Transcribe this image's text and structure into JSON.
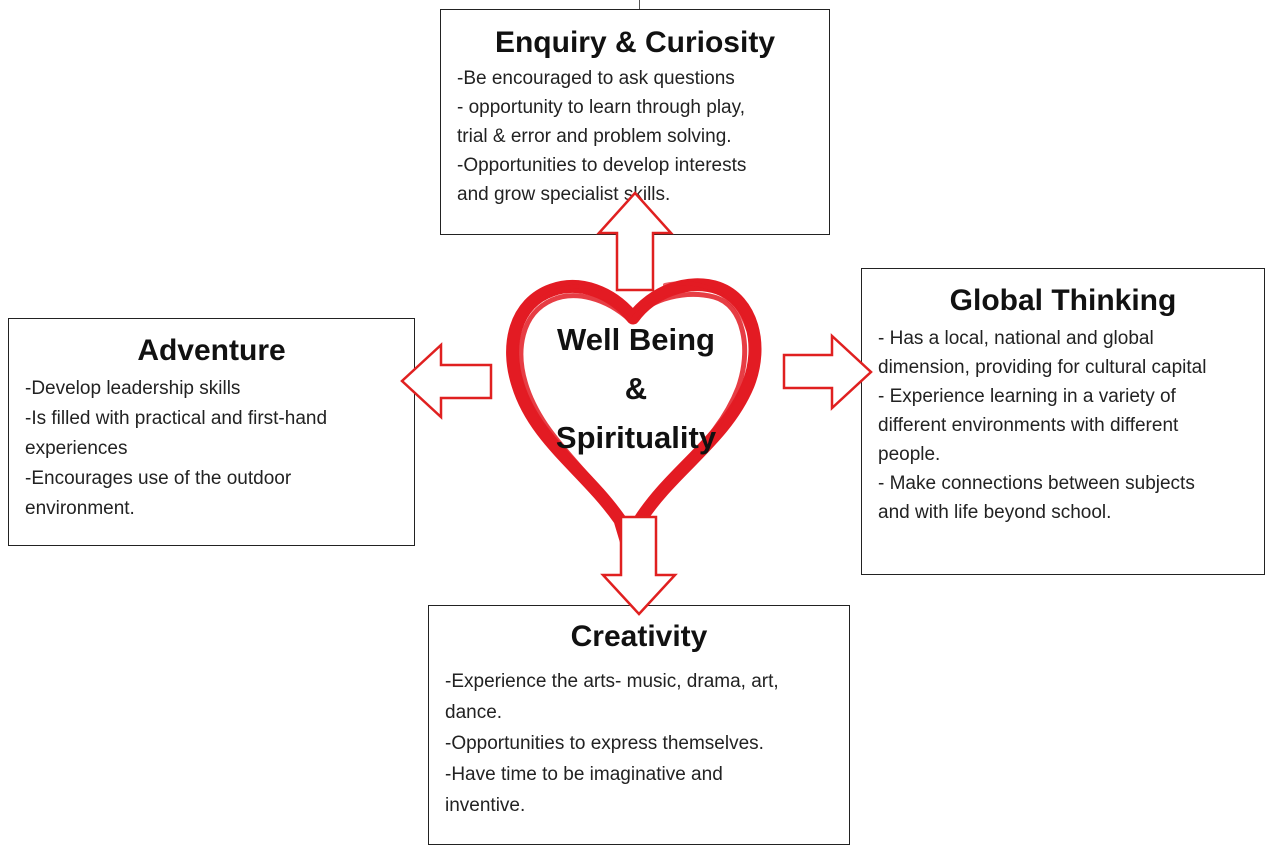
{
  "center": {
    "line1": "Well Being",
    "line2": "&",
    "line3": "Spirituality"
  },
  "enquiry": {
    "title": "Enquiry & Curiosity",
    "lines": [
      "-Be encouraged to ask questions",
      "- opportunity to learn through play,",
      "trial & error and problem solving.",
      "-Opportunities to develop interests",
      "and grow specialist skills."
    ]
  },
  "global": {
    "title": "Global Thinking",
    "lines": [
      "- Has a local, national and global",
      "dimension, providing for cultural capital",
      "- Experience learning in a variety of",
      "different environments with different",
      "people.",
      "- Make connections between subjects",
      "and with life beyond school."
    ]
  },
  "adventure": {
    "title": "Adventure",
    "lines": [
      "-Develop leadership skills",
      "-Is filled with practical and first-hand",
      "experiences",
      "-Encourages use of the outdoor",
      "environment."
    ]
  },
  "creativity": {
    "title": "Creativity",
    "lines": [
      "-Experience the arts- music, drama, art,",
      "dance.",
      "-Opportunities to express themselves.",
      "-Have time to be imaginative and",
      "inventive."
    ]
  },
  "colors": {
    "heart": "#e31b23",
    "arrow_stroke": "#e02020",
    "box_border": "#222222",
    "text": "#111111"
  }
}
